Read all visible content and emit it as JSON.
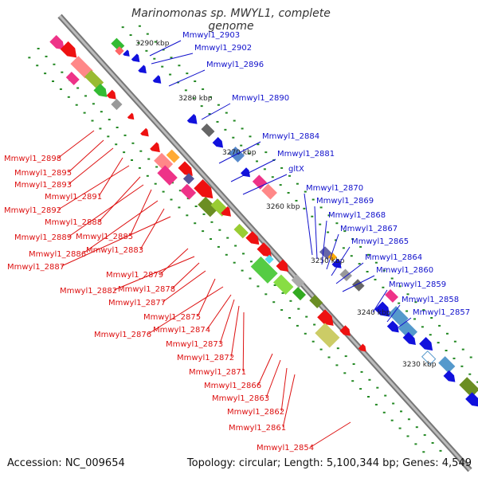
{
  "header": {
    "title": "Marinomonas sp. MWYL1, complete genome"
  },
  "footer": {
    "accession": "Accession: NC_009654",
    "summary": "Topology: circular; Length: 5,100,344 bp; Genes: 4,549"
  },
  "colors": {
    "backbone": "#999999",
    "forward": "#ee1111",
    "reverse": "#1111dd",
    "left_label": "#dd1111",
    "right_label": "#1111cc",
    "gc_dot": "#228822"
  },
  "scale_ticks": [
    "3290 kbp",
    "3280 kbp",
    "3270 kbp",
    "3260 kbp",
    "3250 kbp",
    "3240 kbp",
    "3230 kbp"
  ],
  "right_genes": [
    "Mmwyl1_2903",
    "Mmwyl1_2902",
    "Mmwyl1_2896",
    "Mmwyl1_2890",
    "Mmwyl1_2884",
    "Mmwyl1_2881",
    "gltX",
    "Mmwyl1_2870",
    "Mmwyl1_2869",
    "Mmwyl1_2868",
    "Mmwyl1_2867",
    "Mmwyl1_2865",
    "Mmwyl1_2864",
    "Mmwyl1_2860",
    "Mmwyl1_2859",
    "Mmwyl1_2858",
    "Mmwyl1_2857"
  ],
  "left_genes": [
    "Mmwyl1_2898",
    "Mmwyl1_2895",
    "Mmwyl1_2893",
    "Mmwyl1_2891",
    "Mmwyl1_2892",
    "Mmwyl1_2888",
    "Mmwyl1_2889",
    "Mmwyl1_2885",
    "Mmwyl1_2886",
    "Mmwyl1_2883",
    "Mmwyl1_2887",
    "Mmwyl1_2879",
    "Mmwyl1_2882",
    "Mmwyl1_2878",
    "Mmwyl1_2877",
    "Mmwyl1_2875",
    "Mmwyl1_2876",
    "Mmwyl1_2874",
    "Mmwyl1_2873",
    "Mmwyl1_2872",
    "Mmwyl1_2871",
    "Mmwyl1_2866",
    "Mmwyl1_2863",
    "Mmwyl1_2862",
    "Mmwyl1_2861",
    "Mmwyl1_2854"
  ]
}
